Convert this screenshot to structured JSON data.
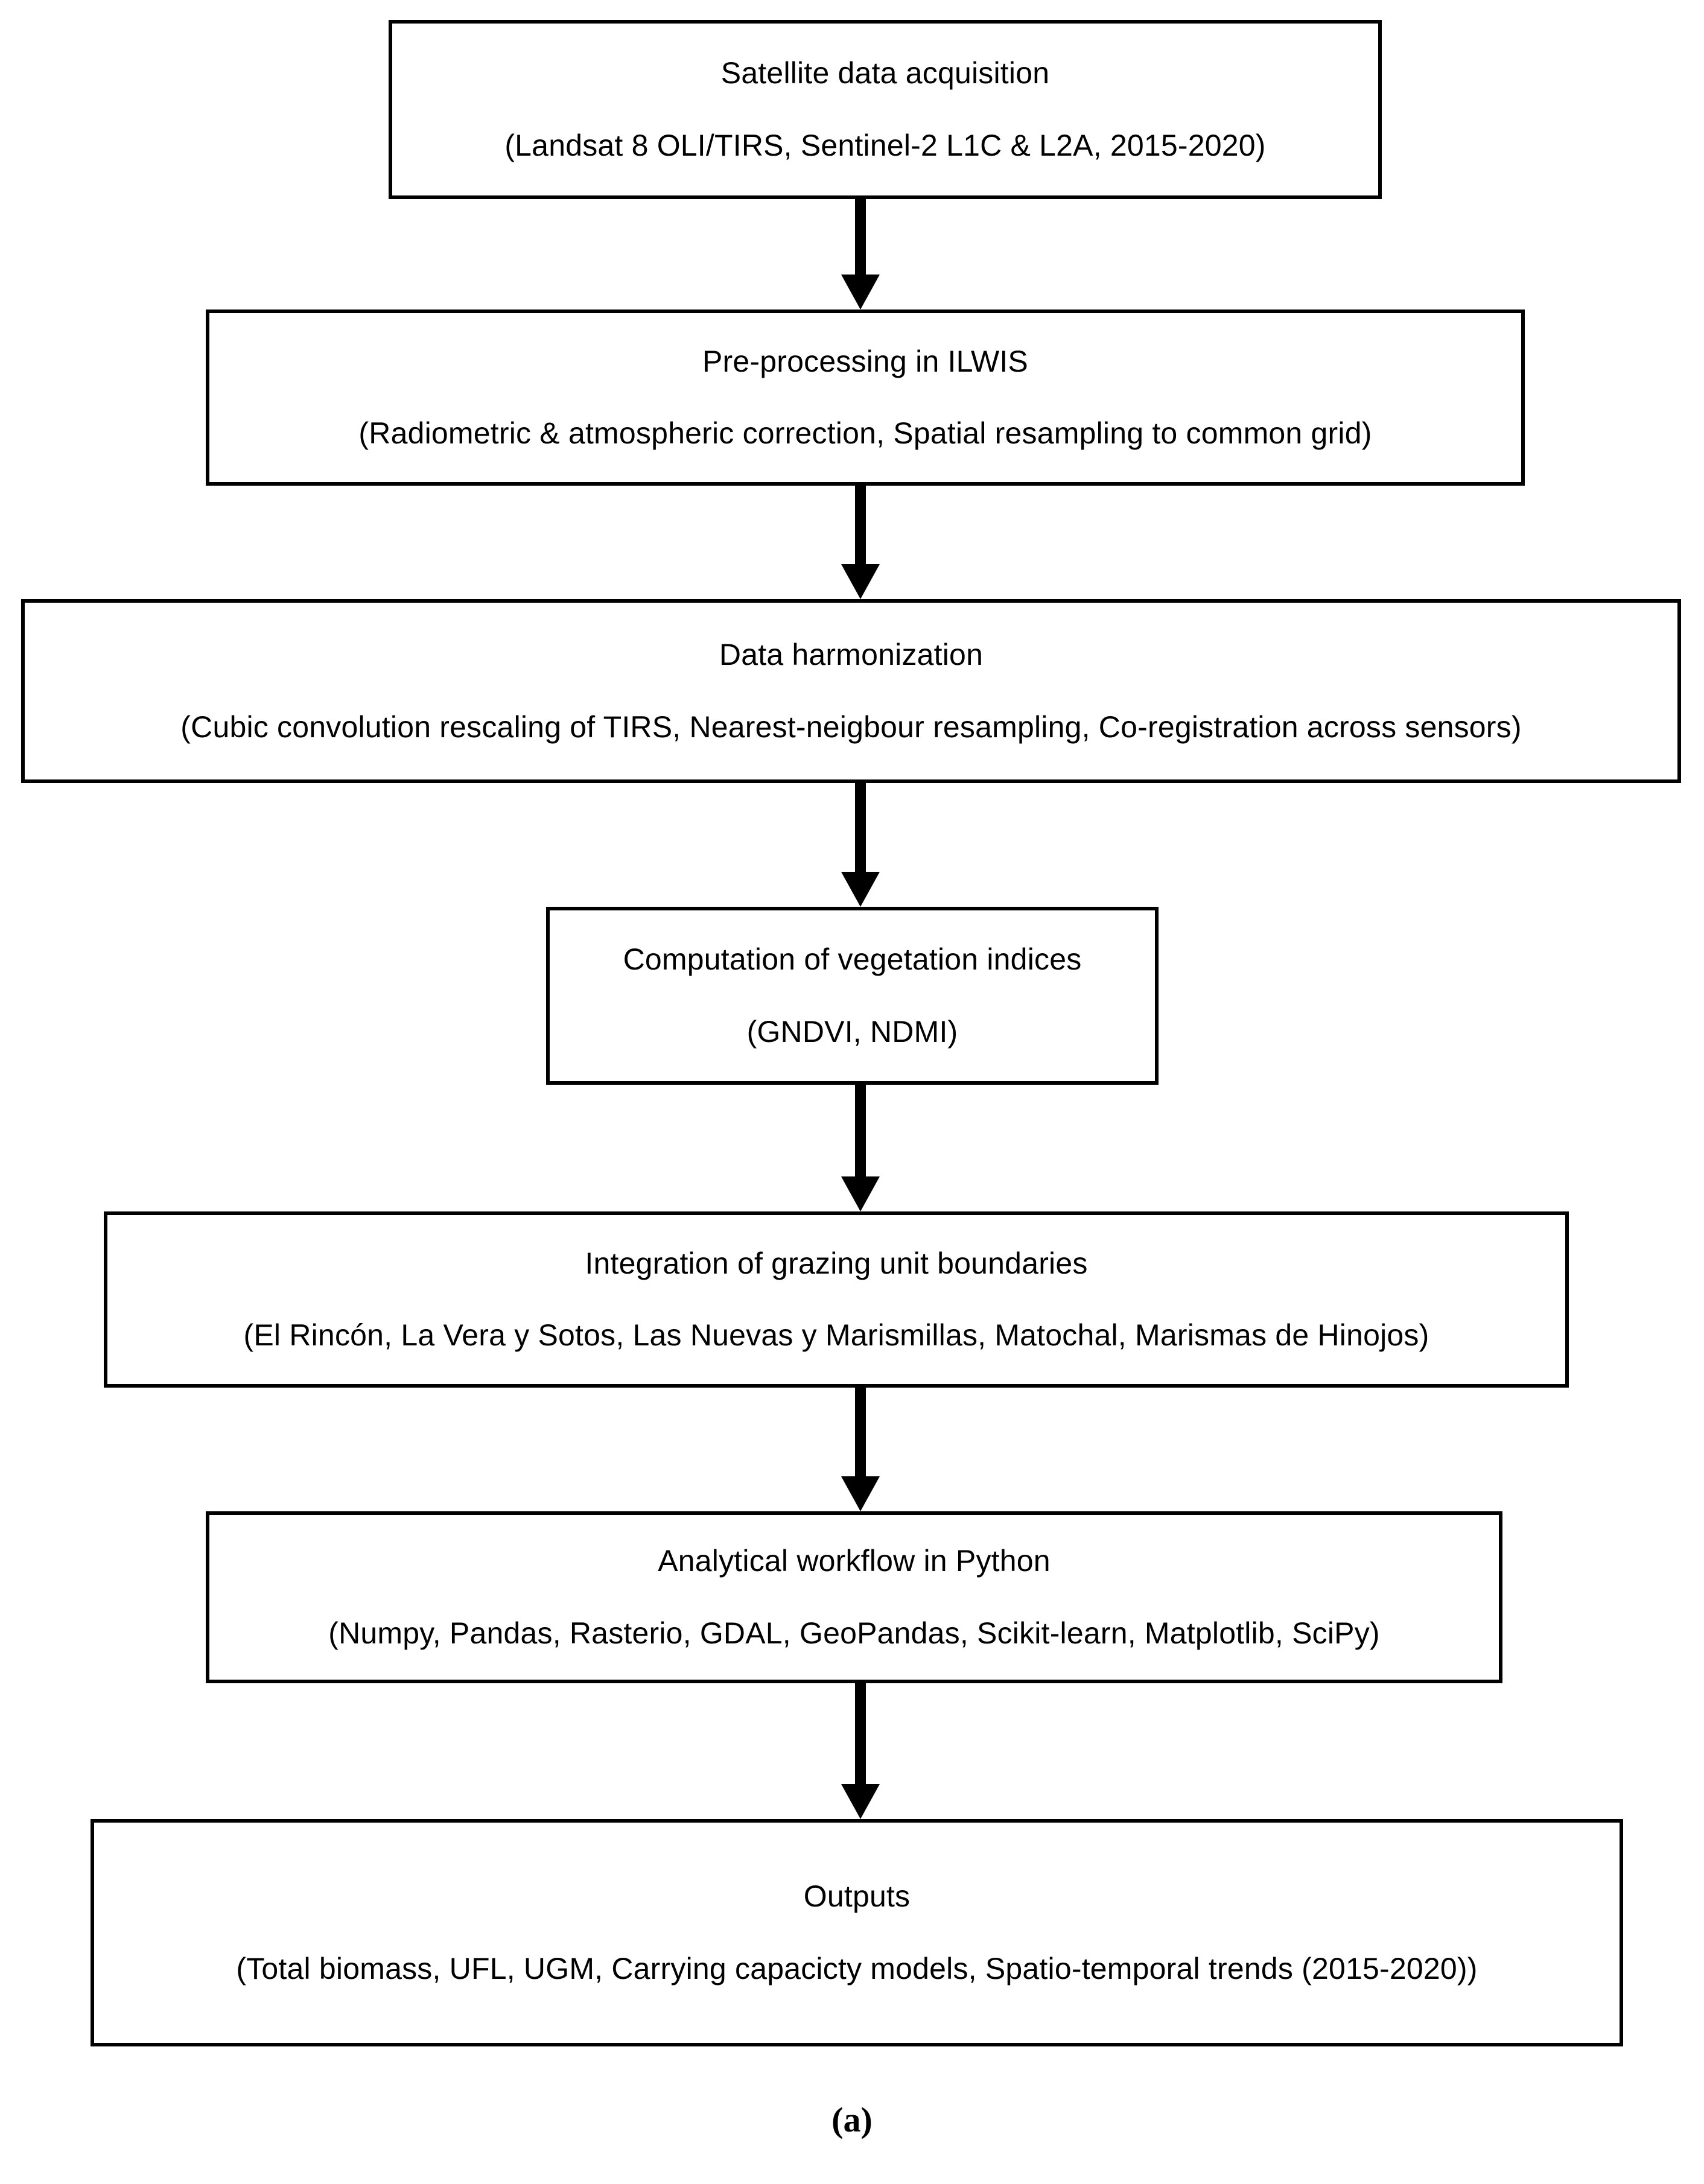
{
  "figure": {
    "caption": "(a)",
    "type": "flowchart",
    "orientation": "top-to-bottom",
    "stroke_color": "#000000",
    "fill_color": "#ffffff"
  },
  "nodes": [
    {
      "id": "satellite-data-acquisition",
      "title": "Satellite data acquisition",
      "subtitle": "(Landsat 8 OLI/TIRS, Sentinel-2 L1C & L2A, 2015-2020)"
    },
    {
      "id": "pre-processing-ilwis",
      "title": "Pre-processing in ILWIS",
      "subtitle": "(Radiometric & atmospheric correction, Spatial resampling to common grid)"
    },
    {
      "id": "data-harmonization",
      "title": "Data harmonization",
      "subtitle": "(Cubic convolution rescaling of TIRS, Nearest-neigbour resampling, Co-registration across sensors)"
    },
    {
      "id": "computation-vegetation-indices",
      "title": "Computation of vegetation indices",
      "subtitle": "(GNDVI, NDMI)"
    },
    {
      "id": "integration-grazing-unit-boundaries",
      "title": "Integration of grazing unit boundaries",
      "subtitle": "(El Rincón, La Vera y Sotos, Las Nuevas y Marismillas, Matochal, Marismas de Hinojos)"
    },
    {
      "id": "analytical-workflow-python",
      "title": "Analytical workflow in Python",
      "subtitle": "(Numpy, Pandas, Rasterio, GDAL, GeoPandas, Scikit-learn, Matplotlib, SciPy)"
    },
    {
      "id": "outputs",
      "title": "Outputs",
      "subtitle": "(Total biomass, UFL, UGM, Carrying capacicty models, Spatio-temporal trends (2015-2020))"
    }
  ],
  "connectors": [
    {
      "id": "arrow-1",
      "from": "satellite-data-acquisition",
      "to": "pre-processing-ilwis",
      "icon": "down-arrow-icon"
    },
    {
      "id": "arrow-2",
      "from": "pre-processing-ilwis",
      "to": "data-harmonization",
      "icon": "down-arrow-icon"
    },
    {
      "id": "arrow-3",
      "from": "data-harmonization",
      "to": "computation-vegetation-indices",
      "icon": "down-arrow-icon"
    },
    {
      "id": "arrow-4",
      "from": "computation-vegetation-indices",
      "to": "integration-grazing-unit-boundaries",
      "icon": "down-arrow-icon"
    },
    {
      "id": "arrow-5",
      "from": "integration-grazing-unit-boundaries",
      "to": "analytical-workflow-python",
      "icon": "down-arrow-icon"
    },
    {
      "id": "arrow-6",
      "from": "analytical-workflow-python",
      "to": "outputs",
      "icon": "down-arrow-icon"
    }
  ]
}
